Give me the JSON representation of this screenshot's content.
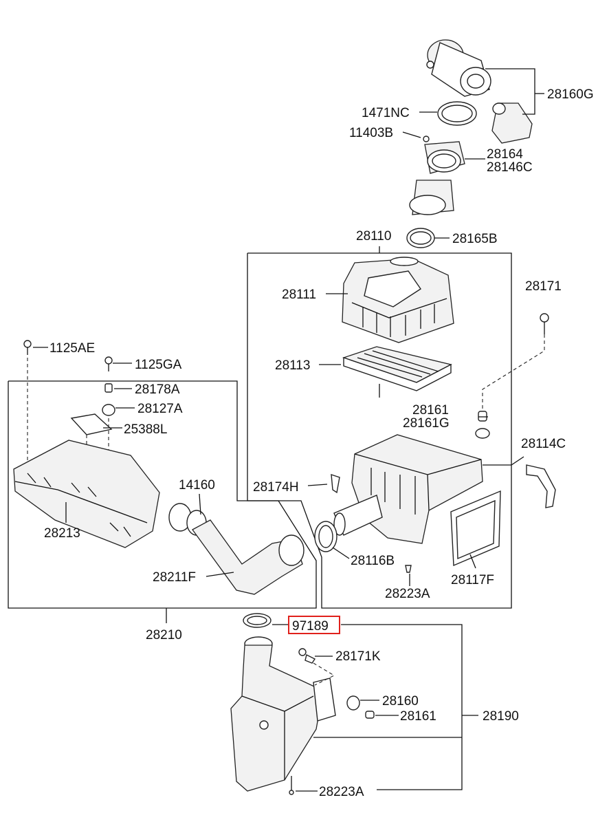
{
  "highlight_color": "#e0201b",
  "labels": {
    "p28160G": "28160G",
    "p1471NC": "1471NC",
    "p11403B": "11403B",
    "p28164": "28164",
    "p28146C": "28146C",
    "p28110": "28110",
    "p28165B": "28165B",
    "p28111": "28111",
    "p28171": "28171",
    "p1125AE": "1125AE",
    "p1125GA": "1125GA",
    "p28113": "28113",
    "p28178A": "28178A",
    "p28127A": "28127A",
    "p28161_top": "28161",
    "p28161G": "28161G",
    "p25388L": "25388L",
    "p28114C": "28114C",
    "p14160": "14160",
    "p28174H": "28174H",
    "p28213": "28213",
    "p28116B": "28116B",
    "p28211F": "28211F",
    "p28117F": "28117F",
    "p28223A_top": "28223A",
    "p28210": "28210",
    "p97189": "97189",
    "p28171K": "28171K",
    "p28160": "28160",
    "p28161_bot": "28161",
    "p28190": "28190",
    "p28223A_bot": "28223A"
  }
}
